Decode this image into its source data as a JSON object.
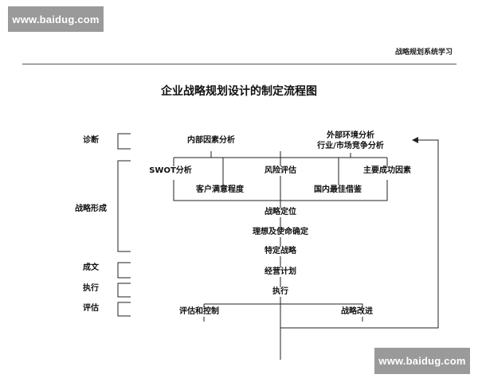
{
  "watermark": {
    "top": "www.baidug.com",
    "bottom": "www.baidug.com"
  },
  "header_tag": "战略规划系统学习",
  "title": "企业战略规划设计的制定流程图",
  "stages": {
    "diagnose": "诊断",
    "formulation": "战略形成",
    "document": "成文",
    "execute": "执行",
    "evaluate": "评估"
  },
  "nodes": {
    "internal_analysis": "内部因素分析",
    "external_analysis_1": "外部环境分析",
    "external_analysis_2": "行业/市场竞争分析",
    "swot": "SWOT分析",
    "risk_assessment": "风险评估",
    "key_success_factors": "主要成功因素",
    "customer_satisfaction": "客户满意程度",
    "domestic_benchmark": "国内最佳借鉴",
    "strategic_positioning": "战略定位",
    "vision_mission": "理想及使命确定",
    "specific_strategy": "特定战略",
    "business_plan": "经营计划",
    "execution": "执行",
    "evaluation_control": "评估和控制",
    "strategy_improvement": "战略改进"
  }
}
